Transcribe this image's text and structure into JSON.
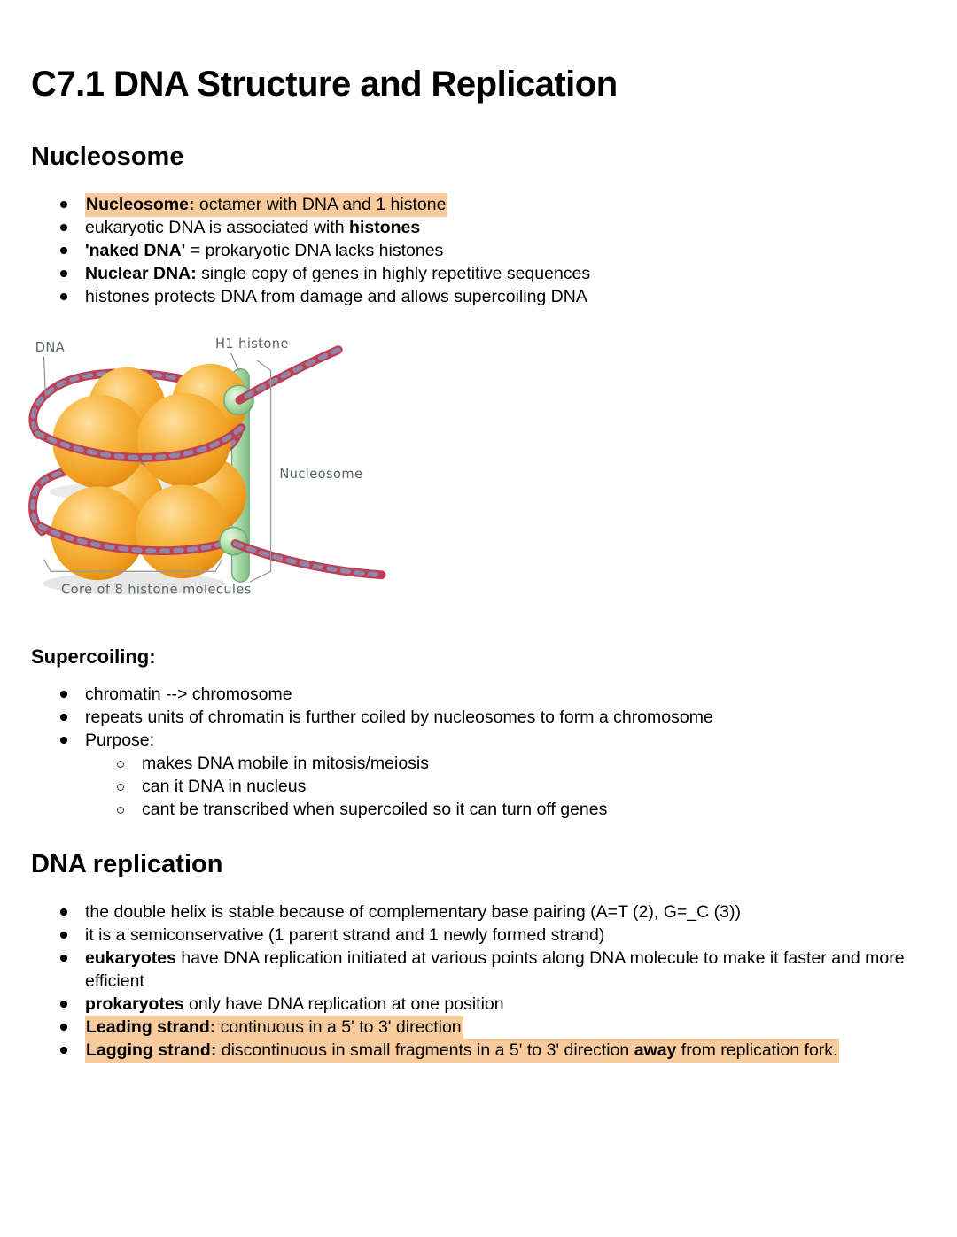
{
  "doc": {
    "title": "C7.1 DNA Structure and Replication"
  },
  "nucleosome": {
    "heading": "Nucleosome",
    "bullets": {
      "b1": {
        "p0": "Nucleosome:",
        "p1": " octamer with DNA and 1 histone"
      },
      "b2": {
        "p0": "eukaryotic DNA is associated with ",
        "p1": "histones"
      },
      "b3": {
        "p0": "'naked DNA'",
        "p1": " = prokaryotic DNA lacks histones"
      },
      "b4": {
        "p0": "Nuclear DNA:",
        "p1": " single copy of genes in highly repetitive sequences"
      },
      "b5": {
        "p0": "histones protects DNA from damage and allows supercoiling DNA"
      }
    }
  },
  "diagram": {
    "labels": {
      "dna": "DNA",
      "h1_histone": "H1 histone",
      "nucleosome": "Nucleosome",
      "core": "Core of 8 histone molecules"
    },
    "colors": {
      "histone_sphere": "#f2a733",
      "dna_strand": "#bd4055",
      "dna_segments": "#8d8aac",
      "h1_rod": "#a4d8a2",
      "h1_bead": "#aadfa6"
    }
  },
  "supercoiling": {
    "heading": "Supercoiling:",
    "bullets": {
      "b1": {
        "p0": "chromatin --> chromosome"
      },
      "b2": {
        "p0": "repeats units of chromatin is further coiled by nucleosomes to form a chromosome"
      },
      "b3": {
        "p0": "Purpose:"
      },
      "sub1": {
        "p0": "makes DNA mobile in mitosis/meiosis"
      },
      "sub2": {
        "p0": "can it DNA in nucleus"
      },
      "sub3": {
        "p0": "cant be transcribed when supercoiled so it can turn off genes"
      }
    }
  },
  "replication": {
    "heading": "DNA replication",
    "bullets": {
      "b1": {
        "p0": "the double helix is stable because of complementary base pairing (A=T (2), G=_C (3))"
      },
      "b2": {
        "p0": "it is a semiconservative (1 parent strand and 1 newly formed strand)"
      },
      "b3": {
        "p0": "eukaryotes",
        "p1": " have DNA replication initiated at various points along DNA molecule to make it faster and more efficient"
      },
      "b4": {
        "p0": "prokaryotes",
        "p1": " only have DNA replication at one position"
      },
      "b5": {
        "p0": "Leading strand:",
        "p1": " continuous in a 5' to 3' direction"
      },
      "b6": {
        "p0": "Lagging strand:",
        "p1": " discontinuous in small fragments in a 5' to 3' direction ",
        "p2": "away",
        "p3": " from replication fork."
      }
    }
  },
  "style": {
    "highlight_color": "#f9cb9c"
  }
}
